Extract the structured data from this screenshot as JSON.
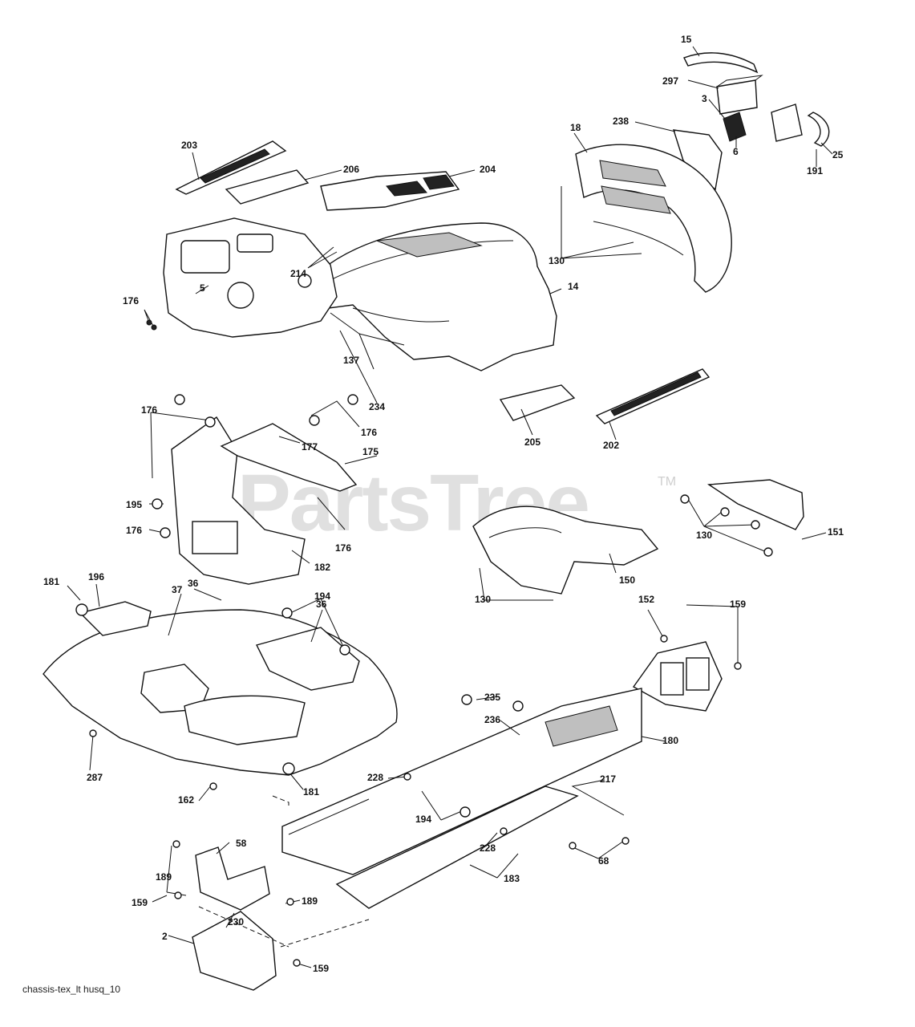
{
  "diagram": {
    "caption": "chassis-tex_lt husq_10",
    "watermark": "PartsTree",
    "watermark_tm": "TM",
    "labels": [
      {
        "id": "l15",
        "text": "15"
      },
      {
        "id": "l297",
        "text": "297"
      },
      {
        "id": "l3",
        "text": "3"
      },
      {
        "id": "l238",
        "text": "238"
      },
      {
        "id": "l18",
        "text": "18"
      },
      {
        "id": "l6",
        "text": "6"
      },
      {
        "id": "l191",
        "text": "191"
      },
      {
        "id": "l25",
        "text": "25"
      },
      {
        "id": "l203",
        "text": "203"
      },
      {
        "id": "l206",
        "text": "206"
      },
      {
        "id": "l204",
        "text": "204"
      },
      {
        "id": "l130a",
        "text": "130"
      },
      {
        "id": "l214",
        "text": "214"
      },
      {
        "id": "l14",
        "text": "14"
      },
      {
        "id": "l5",
        "text": "5"
      },
      {
        "id": "l176a",
        "text": "176"
      },
      {
        "id": "l137",
        "text": "137"
      },
      {
        "id": "l234",
        "text": "234"
      },
      {
        "id": "l176b",
        "text": "176"
      },
      {
        "id": "l176c",
        "text": "176"
      },
      {
        "id": "l177",
        "text": "177"
      },
      {
        "id": "l175",
        "text": "175"
      },
      {
        "id": "l205",
        "text": "205"
      },
      {
        "id": "l202",
        "text": "202"
      },
      {
        "id": "l195",
        "text": "195"
      },
      {
        "id": "l176d",
        "text": "176"
      },
      {
        "id": "l176e",
        "text": "176"
      },
      {
        "id": "l182",
        "text": "182"
      },
      {
        "id": "l130b",
        "text": "130"
      },
      {
        "id": "l151",
        "text": "151"
      },
      {
        "id": "l150",
        "text": "150"
      },
      {
        "id": "l130c",
        "text": "130"
      },
      {
        "id": "l196",
        "text": "196"
      },
      {
        "id": "l36a",
        "text": "36"
      },
      {
        "id": "l194a",
        "text": "194"
      },
      {
        "id": "l181a",
        "text": "181"
      },
      {
        "id": "l37",
        "text": "37"
      },
      {
        "id": "l36b",
        "text": "36"
      },
      {
        "id": "l152",
        "text": "152"
      },
      {
        "id": "l159a",
        "text": "159"
      },
      {
        "id": "l235",
        "text": "235"
      },
      {
        "id": "l236",
        "text": "236"
      },
      {
        "id": "l180",
        "text": "180"
      },
      {
        "id": "l287",
        "text": "287"
      },
      {
        "id": "l228a",
        "text": "228"
      },
      {
        "id": "l217",
        "text": "217"
      },
      {
        "id": "l181b",
        "text": "181"
      },
      {
        "id": "l162",
        "text": "162"
      },
      {
        "id": "l194b",
        "text": "194"
      },
      {
        "id": "l228b",
        "text": "228"
      },
      {
        "id": "l68",
        "text": "68"
      },
      {
        "id": "l58",
        "text": "58"
      },
      {
        "id": "l183",
        "text": "183"
      },
      {
        "id": "l189a",
        "text": "189"
      },
      {
        "id": "l159b",
        "text": "159"
      },
      {
        "id": "l230",
        "text": "230"
      },
      {
        "id": "l189b",
        "text": "189"
      },
      {
        "id": "l2",
        "text": "2"
      },
      {
        "id": "l159c",
        "text": "159"
      }
    ]
  }
}
